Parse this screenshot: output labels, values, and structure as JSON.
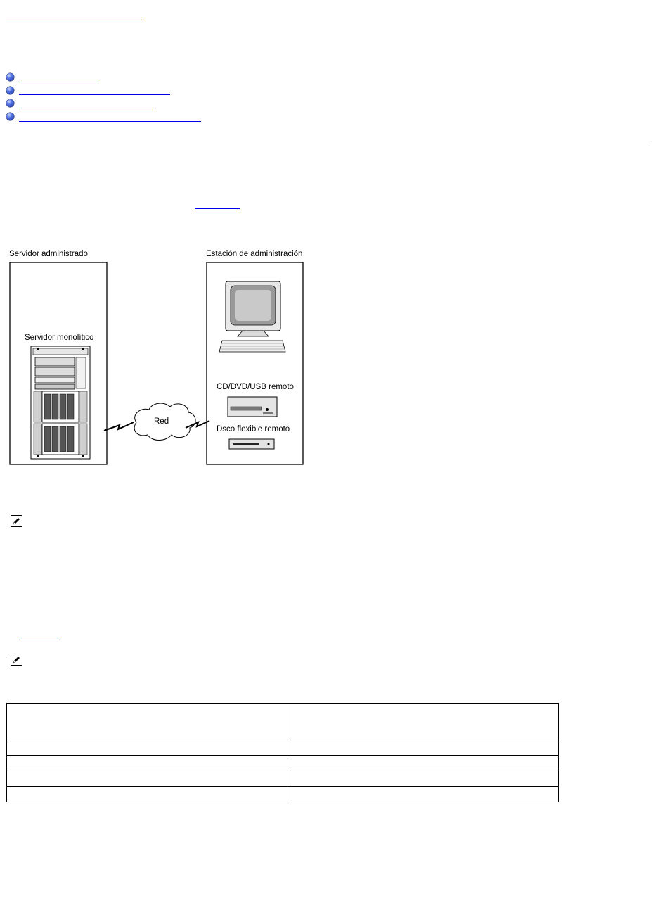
{
  "colors": {
    "link": "#0000ee",
    "divider": "#a0a0a0",
    "nav_bullet": "#4d6fe0"
  },
  "icons": {
    "nav_bullet": "blue-bullet-icon",
    "note": "pencil-note-icon"
  },
  "diagram": {
    "managed_server_title": "Servidor administrado",
    "managed_server_subtitle": "Servidor monolítico",
    "network_label": "Red",
    "management_station_title": "Estación de administración",
    "remote_cd_label": "CD/DVD/USB remoto",
    "remote_floppy_label": "Dsco flexible remoto"
  },
  "table": {
    "headers": [
      "",
      ""
    ],
    "rows": [
      [
        "",
        ""
      ],
      [
        "",
        ""
      ],
      [
        "",
        ""
      ],
      [
        "",
        ""
      ]
    ]
  }
}
